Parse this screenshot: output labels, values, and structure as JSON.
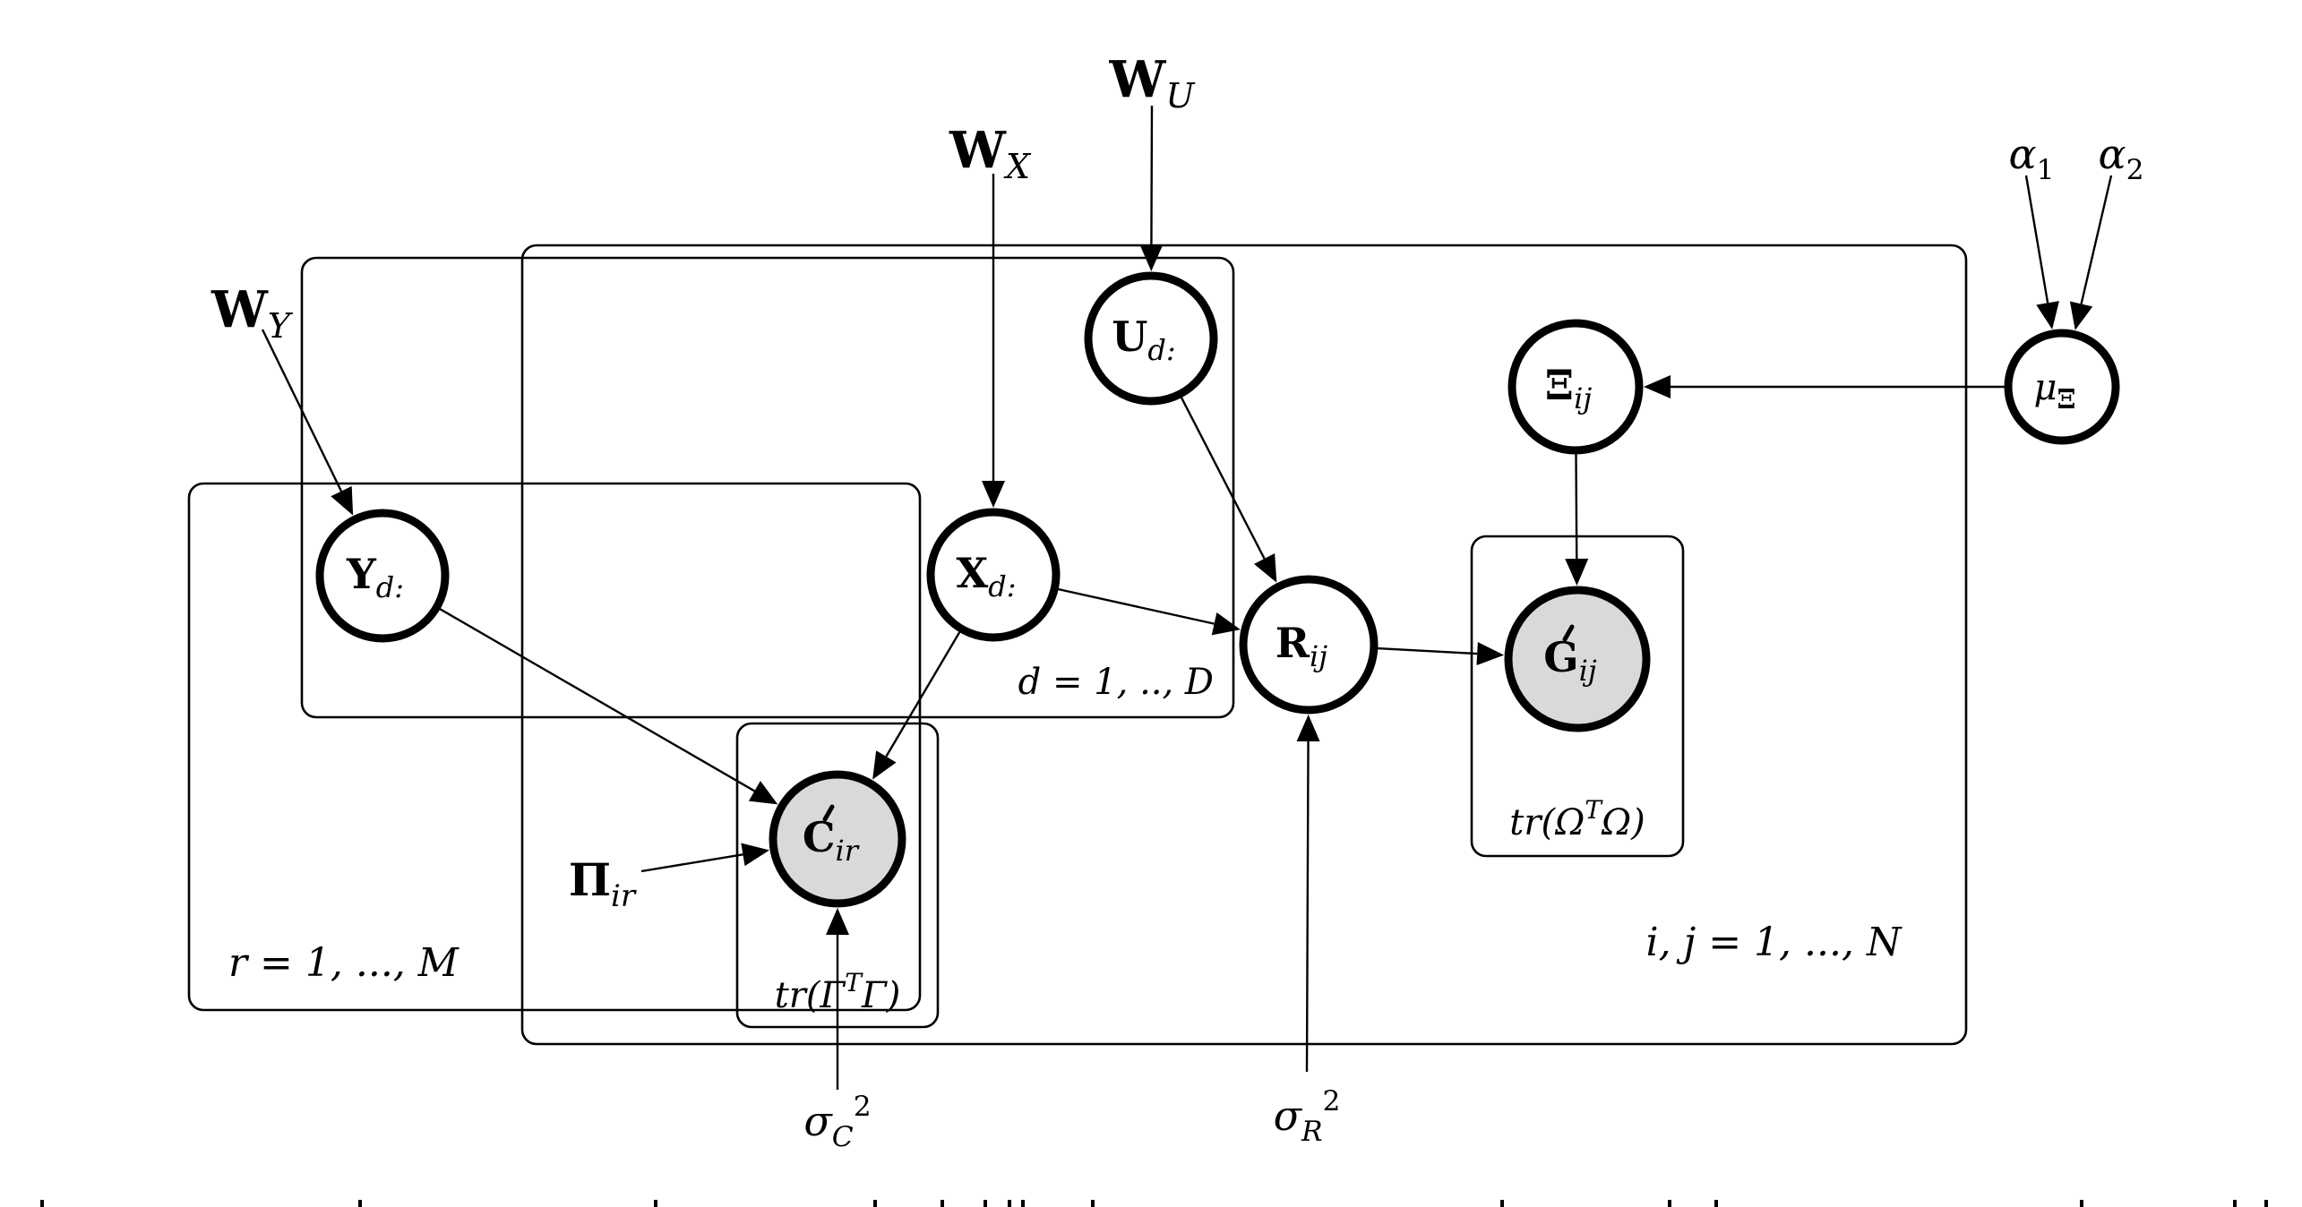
{
  "figure": {
    "type": "graphical-model",
    "colors": {
      "line": "#000000",
      "observed_fill": "#d9d9d9",
      "latent_fill": "#ffffff",
      "background": "#ffffff"
    },
    "nodes": [
      {
        "id": "U",
        "main": "U",
        "sub": "d:",
        "accent": false,
        "observed": false
      },
      {
        "id": "Y",
        "main": "Y",
        "sub": "d:",
        "accent": false,
        "observed": false
      },
      {
        "id": "X",
        "main": "X",
        "sub": "d:",
        "accent": false,
        "observed": false
      },
      {
        "id": "R",
        "main": "R",
        "sub": "ij",
        "accent": false,
        "observed": false
      },
      {
        "id": "Xi",
        "main": "Ξ",
        "sub": "ij",
        "accent": false,
        "observed": false
      },
      {
        "id": "mu",
        "main": "μ",
        "sub": "Ξ",
        "accent": false,
        "observed": false,
        "main_italic": true,
        "sub_bold": true
      },
      {
        "id": "G",
        "main": "G",
        "sub": "ij",
        "accent": true,
        "observed": true
      },
      {
        "id": "C",
        "main": "C",
        "sub": "ir",
        "accent": true,
        "observed": true
      }
    ],
    "parameters": [
      {
        "id": "WU",
        "main": "W",
        "sub": "U"
      },
      {
        "id": "WX",
        "main": "W",
        "sub": "X"
      },
      {
        "id": "WY",
        "main": "W",
        "sub": "Y"
      },
      {
        "id": "a1",
        "main": "α",
        "sub": "1"
      },
      {
        "id": "a2",
        "main": "α",
        "sub": "2"
      },
      {
        "id": "Pi",
        "main": "Π",
        "sub": "ir"
      },
      {
        "id": "sC",
        "main": "σ",
        "sub": "C",
        "sup": "2"
      },
      {
        "id": "sR",
        "main": "σ",
        "sub": "R",
        "sup": "2"
      }
    ],
    "edges": [
      {
        "from": "WU",
        "to": "U"
      },
      {
        "from": "WX",
        "to": "X"
      },
      {
        "from": "WY",
        "to": "Y"
      },
      {
        "from": "U",
        "to": "R"
      },
      {
        "from": "X",
        "to": "R"
      },
      {
        "from": "X",
        "to": "C"
      },
      {
        "from": "Y",
        "to": "C"
      },
      {
        "from": "Pi",
        "to": "C"
      },
      {
        "from": "sC",
        "to": "C"
      },
      {
        "from": "sR",
        "to": "R"
      },
      {
        "from": "R",
        "to": "G"
      },
      {
        "from": "Xi",
        "to": "G"
      },
      {
        "from": "mu",
        "to": "Xi"
      },
      {
        "from": "a1",
        "to": "mu"
      },
      {
        "from": "a2",
        "to": "mu"
      }
    ],
    "plates": [
      {
        "id": "plate-ij",
        "label": "i, j = 1, ..., N"
      },
      {
        "id": "plate-d",
        "label": "d = 1, .., D"
      },
      {
        "id": "plate-r",
        "label": "r = 1, ..., M"
      },
      {
        "id": "plate-gamma",
        "label_pre": "tr(Γ",
        "label_sup": "T",
        "label_post": "Γ)"
      },
      {
        "id": "plate-omega",
        "label_pre": "tr(Ω",
        "label_sup": "T",
        "label_post": "Ω)"
      }
    ]
  }
}
